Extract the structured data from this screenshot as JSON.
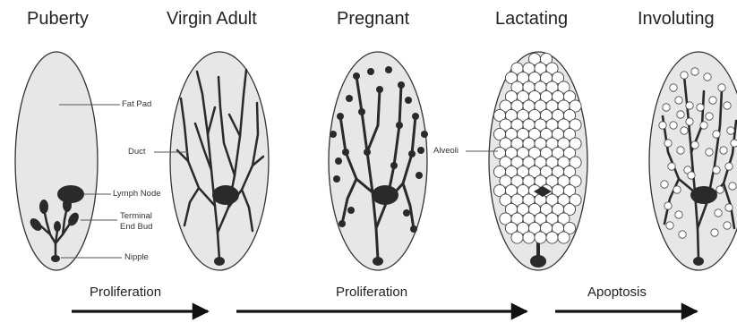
{
  "stages": [
    {
      "title": "Puberty"
    },
    {
      "title": "Virgin Adult"
    },
    {
      "title": "Pregnant"
    },
    {
      "title": "Lactating"
    },
    {
      "title": "Involuting"
    }
  ],
  "callouts": {
    "fat_pad": "Fat Pad",
    "duct": "Duct",
    "lymph_node": "Lymph Node",
    "terminal_end_bud_line1": "Terminal",
    "terminal_end_bud_line2": "End Bud",
    "nipple": "Nipple",
    "alveoli": "Alveoli"
  },
  "arrows": [
    {
      "label": "Proliferation"
    },
    {
      "label": "Proliferation"
    },
    {
      "label": "Apoptosis"
    }
  ],
  "colors": {
    "fat_pad_fill": "#e7e7e7",
    "outline": "#333333",
    "tissue": "#2a2a2a"
  }
}
